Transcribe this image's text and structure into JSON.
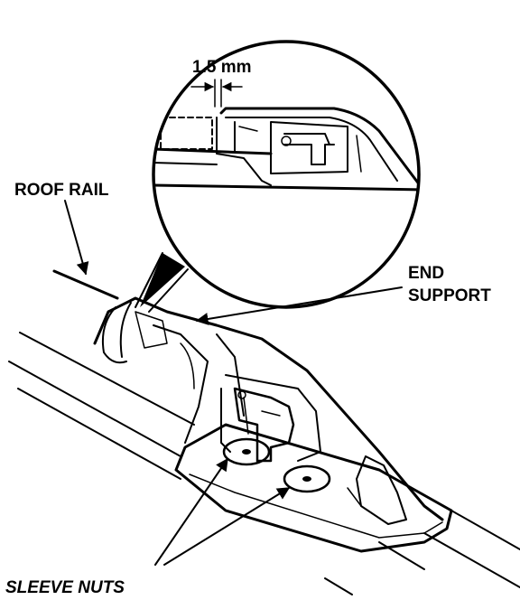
{
  "labels": {
    "dimension": "1.5 mm",
    "roof_rail": "ROOF RAIL",
    "end_support_line1": "END",
    "end_support_line2": "SUPPORT",
    "sleeve_nuts": "SLEEVE NUTS"
  },
  "colors": {
    "ink": "#000000",
    "paper": "#ffffff"
  }
}
